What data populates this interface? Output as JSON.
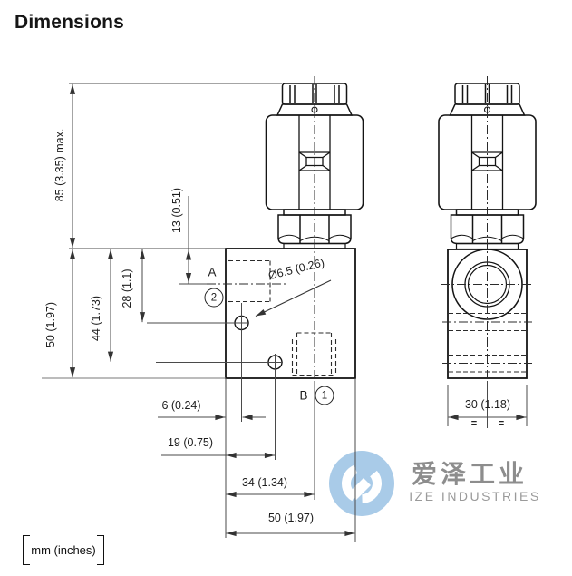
{
  "title": "Dimensions",
  "dims": {
    "d85": "85 (3.35) max.",
    "d13": "13 (0.51)",
    "d50v": "50 (1.97)",
    "d44": "44 (1.73)",
    "d28": "28 (1.1)",
    "dia": "Ø6.5 (0.26)",
    "d6": "6 (0.24)",
    "d19": "19 (0.75)",
    "d34": "34 (1.34)",
    "d50h": "50 (1.97)",
    "d30": "30 (1.18)"
  },
  "ports": {
    "a": "A",
    "b": "B",
    "n1": "1",
    "n2": "2"
  },
  "sym": {
    "mark": "="
  },
  "footer": {
    "units": "mm (inches)"
  },
  "watermark": {
    "cn": "爱泽工业",
    "en": "IZE INDUSTRIES",
    "circle_color": "#a9cbe8",
    "text_color": "#8d8d8d",
    "en_color": "#9a9a9a"
  },
  "colors": {
    "object_line": "#141414",
    "dim_line": "#4a4a4a",
    "dashed_line": "#2b2b2b"
  }
}
